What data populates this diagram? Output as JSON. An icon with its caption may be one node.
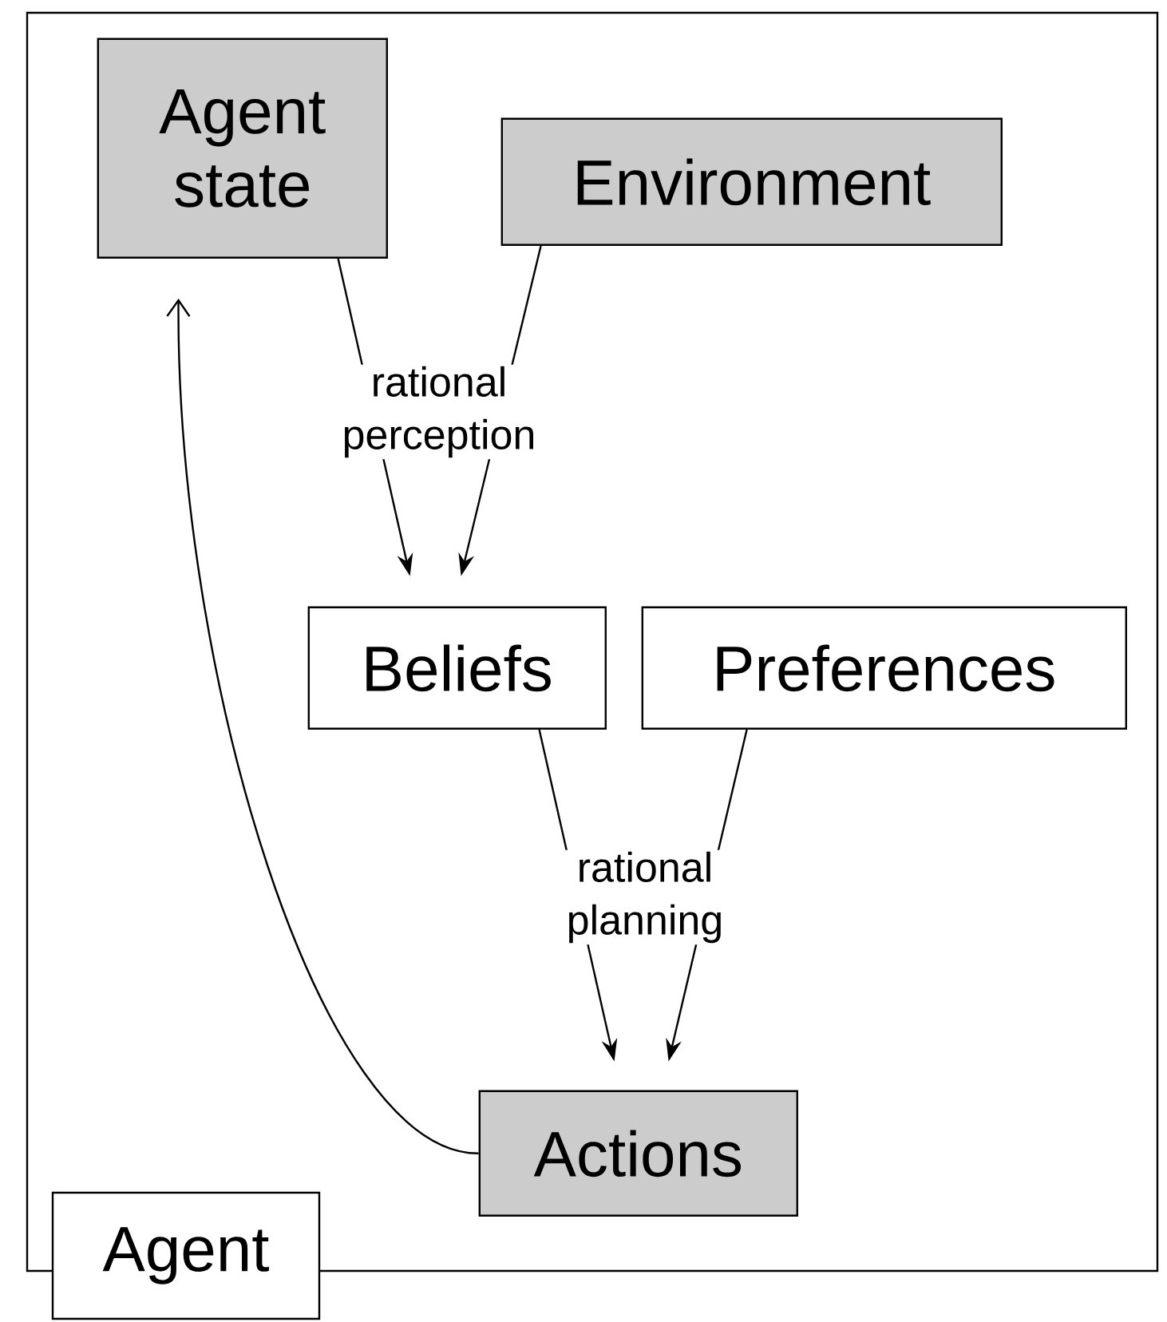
{
  "diagram": {
    "nodes": [
      {
        "text": [
          "Agent"
        ]
      },
      {
        "text": [
          "Agent state"
        ],
        "in": 0
      },
      {
        "text": [
          "Environment"
        ],
        "in": 0
      },
      {
        "text": [
          "Beliefs"
        ],
        "in": 0
      },
      {
        "text": [
          "Preferences"
        ],
        "in": 0
      },
      {
        "text": [
          "Actions"
        ],
        "in": 0
      }
    ],
    "edges": [
      {
        "from": 1,
        "to": 3,
        "arrow": "to",
        "label": "rational perception"
      },
      {
        "from": 2,
        "to": 3,
        "arrow": "to"
      },
      {
        "from": 3,
        "to": 5,
        "arrow": "to",
        "label": "rational planning"
      },
      {
        "from": 4,
        "to": 5,
        "arrow": "to"
      },
      {
        "from": 5,
        "to": 1,
        "arrow": "to"
      }
    ]
  }
}
